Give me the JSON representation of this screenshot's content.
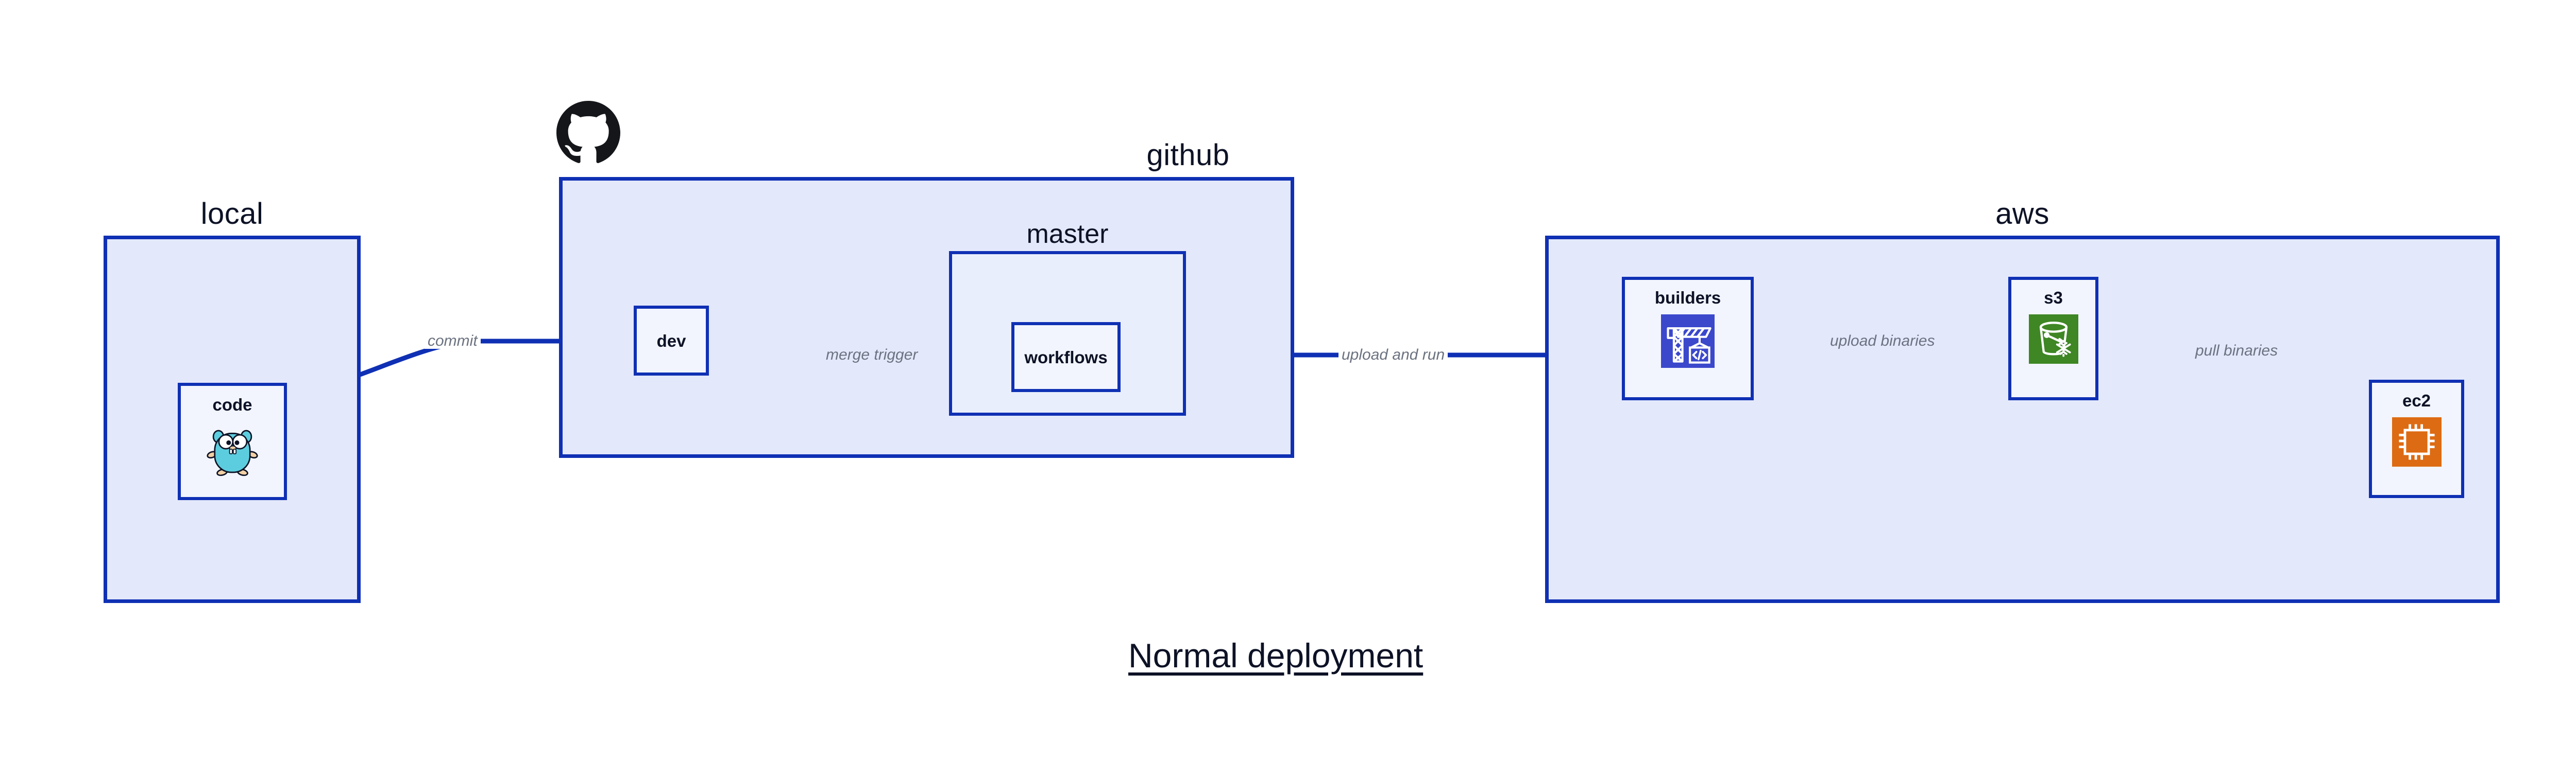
{
  "diagram": {
    "title": "Normal deployment",
    "accent_color": "#0f30b4",
    "group_fill": "#e3e8fb",
    "node_fill": "#f2f5fd",
    "edge_label_color": "#6b7280"
  },
  "groups": [
    {
      "id": "local",
      "label": "local"
    },
    {
      "id": "github",
      "label": "github"
    },
    {
      "id": "aws",
      "label": "aws"
    }
  ],
  "subgroups": [
    {
      "id": "master",
      "label": "master",
      "parent": "github"
    }
  ],
  "nodes": [
    {
      "id": "code",
      "label": "code",
      "group": "local",
      "icon": "golang-gopher-icon",
      "icon_color": "#5ccdde"
    },
    {
      "id": "dev",
      "label": "dev",
      "group": "github",
      "icon": "none",
      "icon_color": ""
    },
    {
      "id": "workflows",
      "label": "workflows",
      "group": "master",
      "icon": "none",
      "icon_color": ""
    },
    {
      "id": "builders",
      "label": "builders",
      "group": "aws",
      "icon": "aws-codebuild-icon",
      "icon_color": "#3b48cc"
    },
    {
      "id": "s3",
      "label": "s3",
      "group": "aws",
      "icon": "aws-s3-glacier-icon",
      "icon_color": "#3f8624"
    },
    {
      "id": "ec2",
      "label": "ec2",
      "group": "aws",
      "icon": "aws-ec2-icon",
      "icon_color": "#dd6b13"
    }
  ],
  "edges": [
    {
      "id": "code-to-dev",
      "from": "code",
      "to": "dev",
      "label": "commit"
    },
    {
      "id": "dev-to-workflows",
      "from": "dev",
      "to": "workflows",
      "label": "merge trigger"
    },
    {
      "id": "workflows-to-builders",
      "from": "workflows",
      "to": "builders",
      "label": "upload and run"
    },
    {
      "id": "builders-to-s3",
      "from": "builders",
      "to": "s3",
      "label": "upload binaries"
    },
    {
      "id": "s3-to-ec2",
      "from": "s3",
      "to": "ec2",
      "label": "pull binaries"
    }
  ],
  "branding": {
    "github_logo": "github-octocat-icon"
  }
}
